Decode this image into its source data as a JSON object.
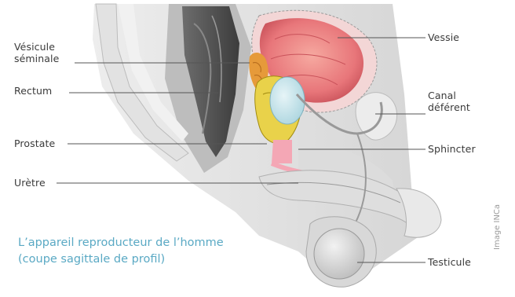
{
  "labels": {
    "vesicule_line1": "Vésicule",
    "vesicule_line2": "séminale",
    "rectum": "Rectum",
    "prostate": "Prostate",
    "uretre": "Urètre",
    "vessie": "Vessie",
    "canal_line1": "Canal",
    "canal_line2": "déférent",
    "sphincter": "Sphincter",
    "testicule": "Testicule"
  },
  "caption": {
    "line1": "L’appareil reproducteur de l’homme",
    "line2": "(coupe sagittale de profil)"
  },
  "credit": "Image INCa",
  "colors": {
    "caption": "#5aa9c4",
    "label_text": "#3a3a3a",
    "bladder": "#e8767a",
    "prostate": "#e9d24a",
    "seminal_vesicle": "#e69a3a",
    "sphincter_ball": "#bfe2ea",
    "urethra": "#f4a7b5",
    "tissue_gray": "#c9c9c9",
    "leader_line": "#555555"
  }
}
